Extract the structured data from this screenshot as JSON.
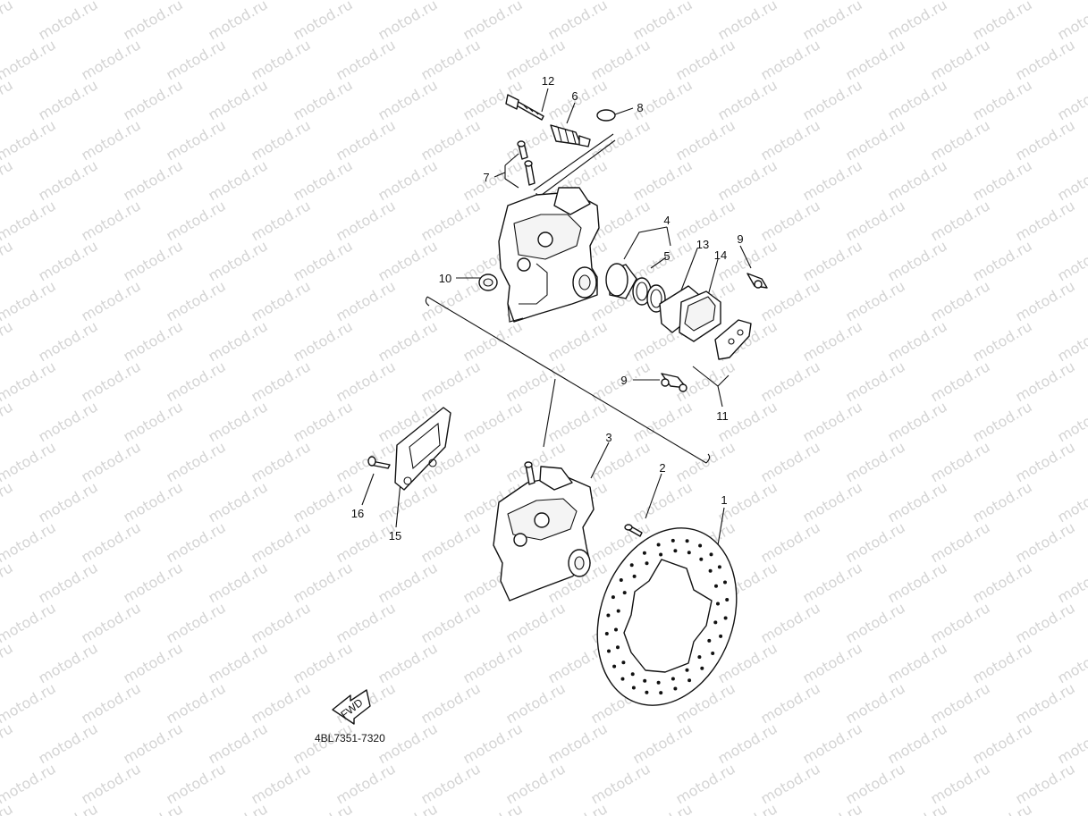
{
  "watermark": "motod.ru",
  "part_numbers": {
    "p1": "1",
    "p2": "2",
    "p3": "3",
    "p4": "4",
    "p5": "5",
    "p6": "6",
    "p7": "7",
    "p8": "8",
    "p9a": "9",
    "p9b": "9",
    "p10": "10",
    "p11": "11",
    "p12": "12",
    "p13": "13",
    "p14": "14",
    "p15": "15",
    "p16": "16"
  },
  "fwd_label": "FWD",
  "diagram_code": "4BL7351-7320"
}
